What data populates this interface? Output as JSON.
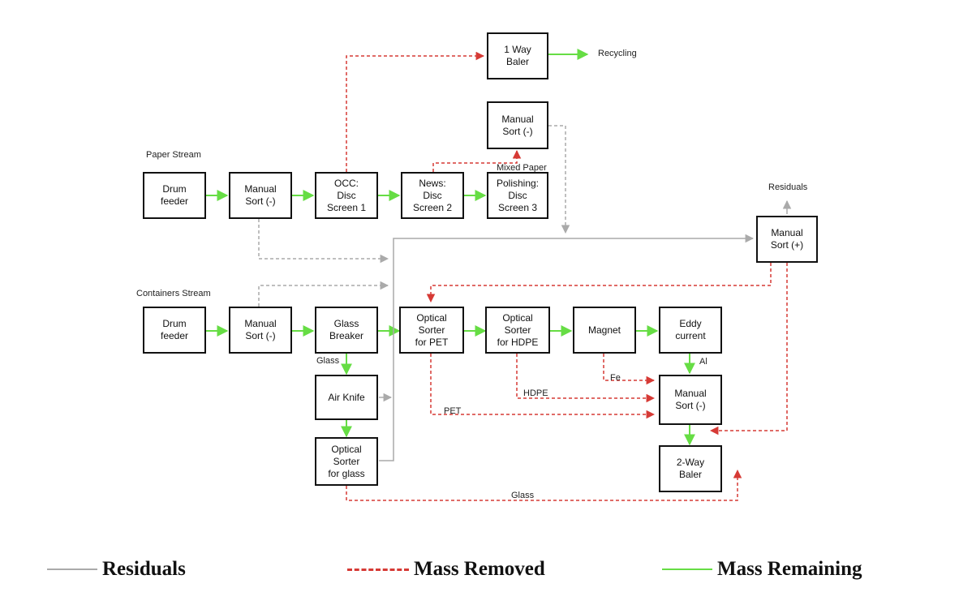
{
  "colors": {
    "residuals": "#aaaaaa",
    "removed": "#d63a35",
    "remaining": "#66dd44"
  },
  "sections": {
    "paper": "Paper Stream",
    "containers": "Containers Stream"
  },
  "boxes": {
    "one_way_baler": "1 Way\nBaler",
    "manual_sort_top": "Manual\nSort (-)",
    "drum_feeder_paper": "Drum\nfeeder",
    "manual_sort_paper": "Manual\nSort (-)",
    "occ": "OCC:\nDisc\nScreen 1",
    "news": "News:\nDisc\nScreen 2",
    "polishing": "Polishing:\nDisc\nScreen 3",
    "manual_sort_plus": "Manual\nSort (+)",
    "drum_feeder_containers": "Drum\nfeeder",
    "manual_sort_containers": "Manual\nSort (-)",
    "glass_breaker": "Glass\nBreaker",
    "optical_pet": "Optical\nSorter\nfor PET",
    "optical_hdpe": "Optical\nSorter\nfor HDPE",
    "magnet": "Magnet",
    "eddy": "Eddy\ncurrent",
    "air_knife": "Air Knife",
    "manual_sort_final": "Manual\nSort (-)",
    "optical_glass": "Optical\nSorter\nfor glass",
    "two_way_baler": "2-Way\nBaler"
  },
  "labels": {
    "recycling": "Recycling",
    "mixed_paper": "Mixed Paper",
    "residuals_top": "Residuals",
    "glass_down": "Glass",
    "fe": "Fe",
    "al": "Al",
    "hdpe": "HDPE",
    "pet": "PET",
    "glass_bottom": "Glass"
  },
  "legend": {
    "residuals": "Residuals",
    "mass_removed": "Mass Removed",
    "mass_remaining": "Mass Remaining"
  }
}
